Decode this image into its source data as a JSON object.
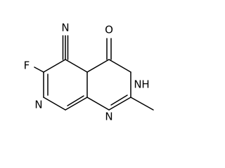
{
  "structure": {
    "atoms": {
      "nitrile_n": "N",
      "oxygen": "O",
      "fluorine": "F",
      "nh_n": "N",
      "nh_h": "H",
      "pyridine_n": "N",
      "pyrimidine_n": "N"
    },
    "colors": {
      "bond": "#000000",
      "label": "#000000",
      "background": "#ffffff"
    }
  }
}
